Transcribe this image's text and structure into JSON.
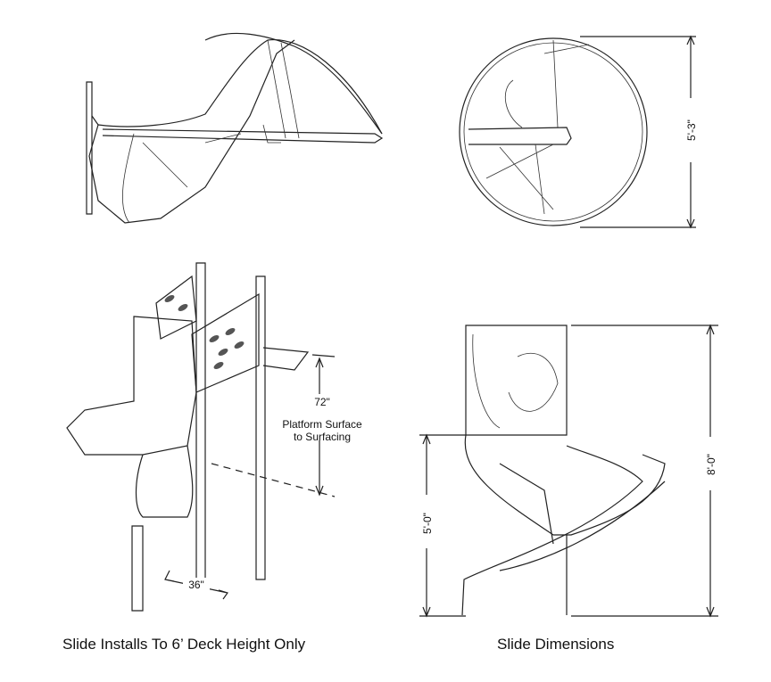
{
  "views": {
    "side_view": {
      "name": "slide-side-view"
    },
    "top_view": {
      "name": "slide-top-view",
      "diameter_label": "5'-3\""
    },
    "isometric_view": {
      "name": "slide-isometric-view",
      "height_label": "72\"",
      "height_note_line1": "Platform Surface",
      "height_note_line2": "to Surfacing",
      "width_label": "36\""
    },
    "elevation_view": {
      "name": "slide-elevation-view",
      "exit_height_label": "5'-0\"",
      "total_height_label": "8'-0\""
    }
  },
  "captions": {
    "left": "Slide Installs To 6’ Deck Height Only",
    "right": "Slide Dimensions"
  }
}
